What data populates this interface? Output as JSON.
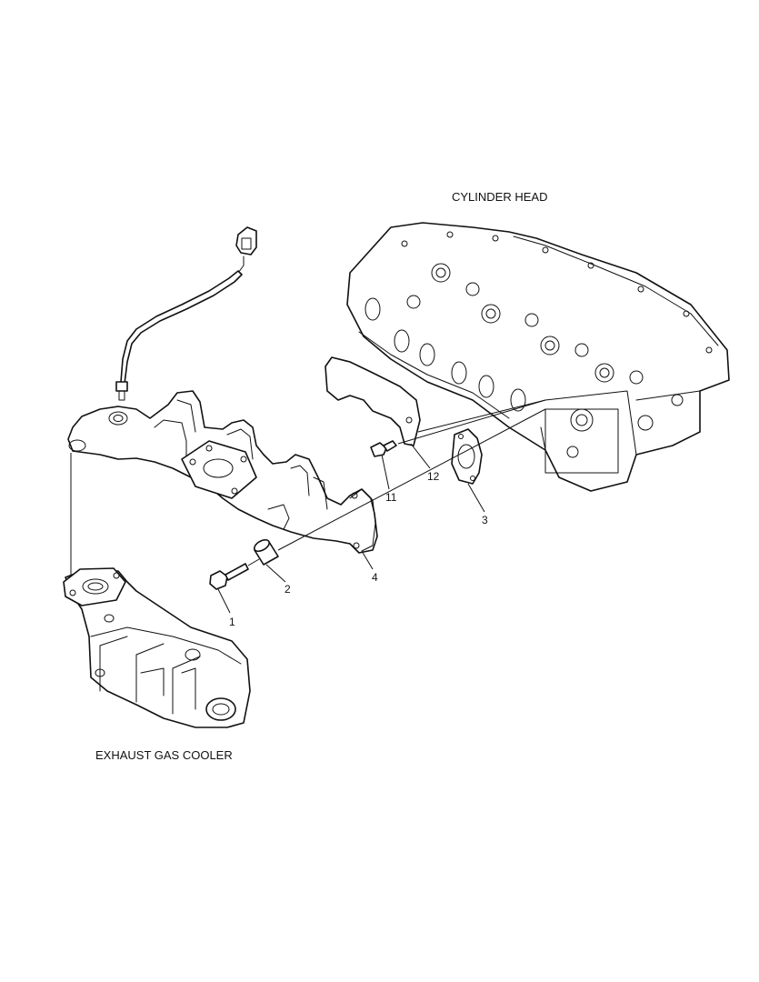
{
  "labels": {
    "cylinder_head": "CYLINDER HEAD",
    "exhaust_gas_cooler": "EXHAUST GAS COOLER"
  },
  "callouts": {
    "c1": "1",
    "c2": "2",
    "c3": "3",
    "c4": "4",
    "c11": "11",
    "c12": "12"
  },
  "colors": {
    "line": "#111111",
    "background": "#ffffff"
  }
}
